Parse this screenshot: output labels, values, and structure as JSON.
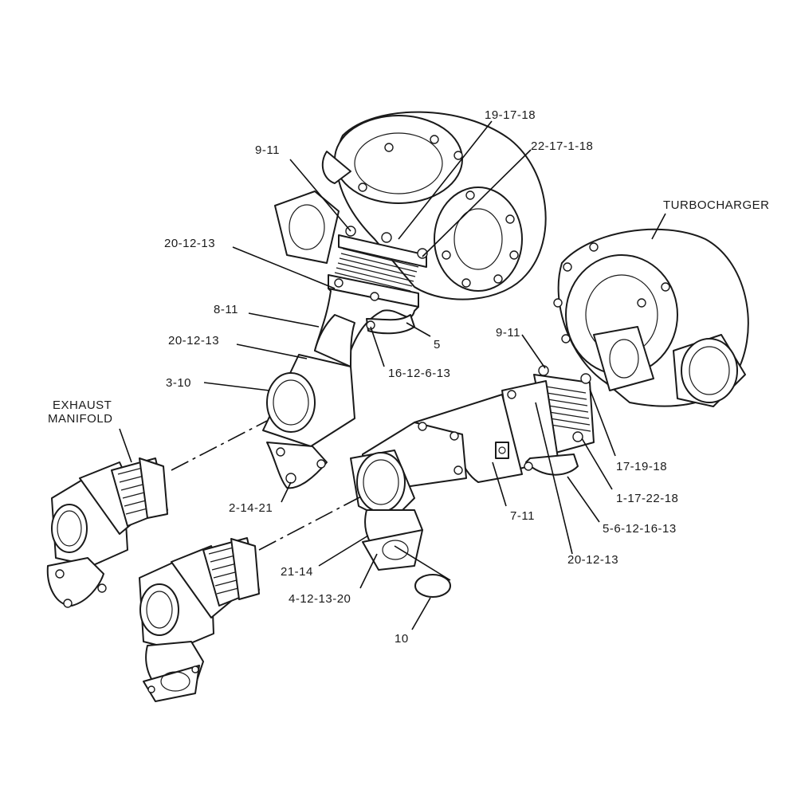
{
  "diagram": {
    "labels": {
      "l_19_17_18": "19-17-18",
      "l_22_17_1_18": "22-17-1-18",
      "l_9_11_top": "9-11",
      "l_20_12_13_top": "20-12-13",
      "l_8_11": "8-11",
      "l_5": "5",
      "l_20_12_13_mid": "20-12-13",
      "l_16_12_6_13": "16-12-6-13",
      "l_3_10": "3-10",
      "l_9_11_right": "9-11",
      "l_2_14_21": "2-14-21",
      "l_17_19_18": "17-19-18",
      "l_1_17_22_18": "1-17-22-18",
      "l_7_11": "7-11",
      "l_5_6_12_16_13": "5-6-12-16-13",
      "l_21_14": "21-14",
      "l_20_12_13_bottom": "20-12-13",
      "l_4_12_13_20": "4-12-13-20",
      "l_10": "10",
      "turbocharger": "TURBOCHARGER",
      "exhaust_line1": "EXHAUST",
      "exhaust_line2": "MANIFOLD"
    }
  }
}
